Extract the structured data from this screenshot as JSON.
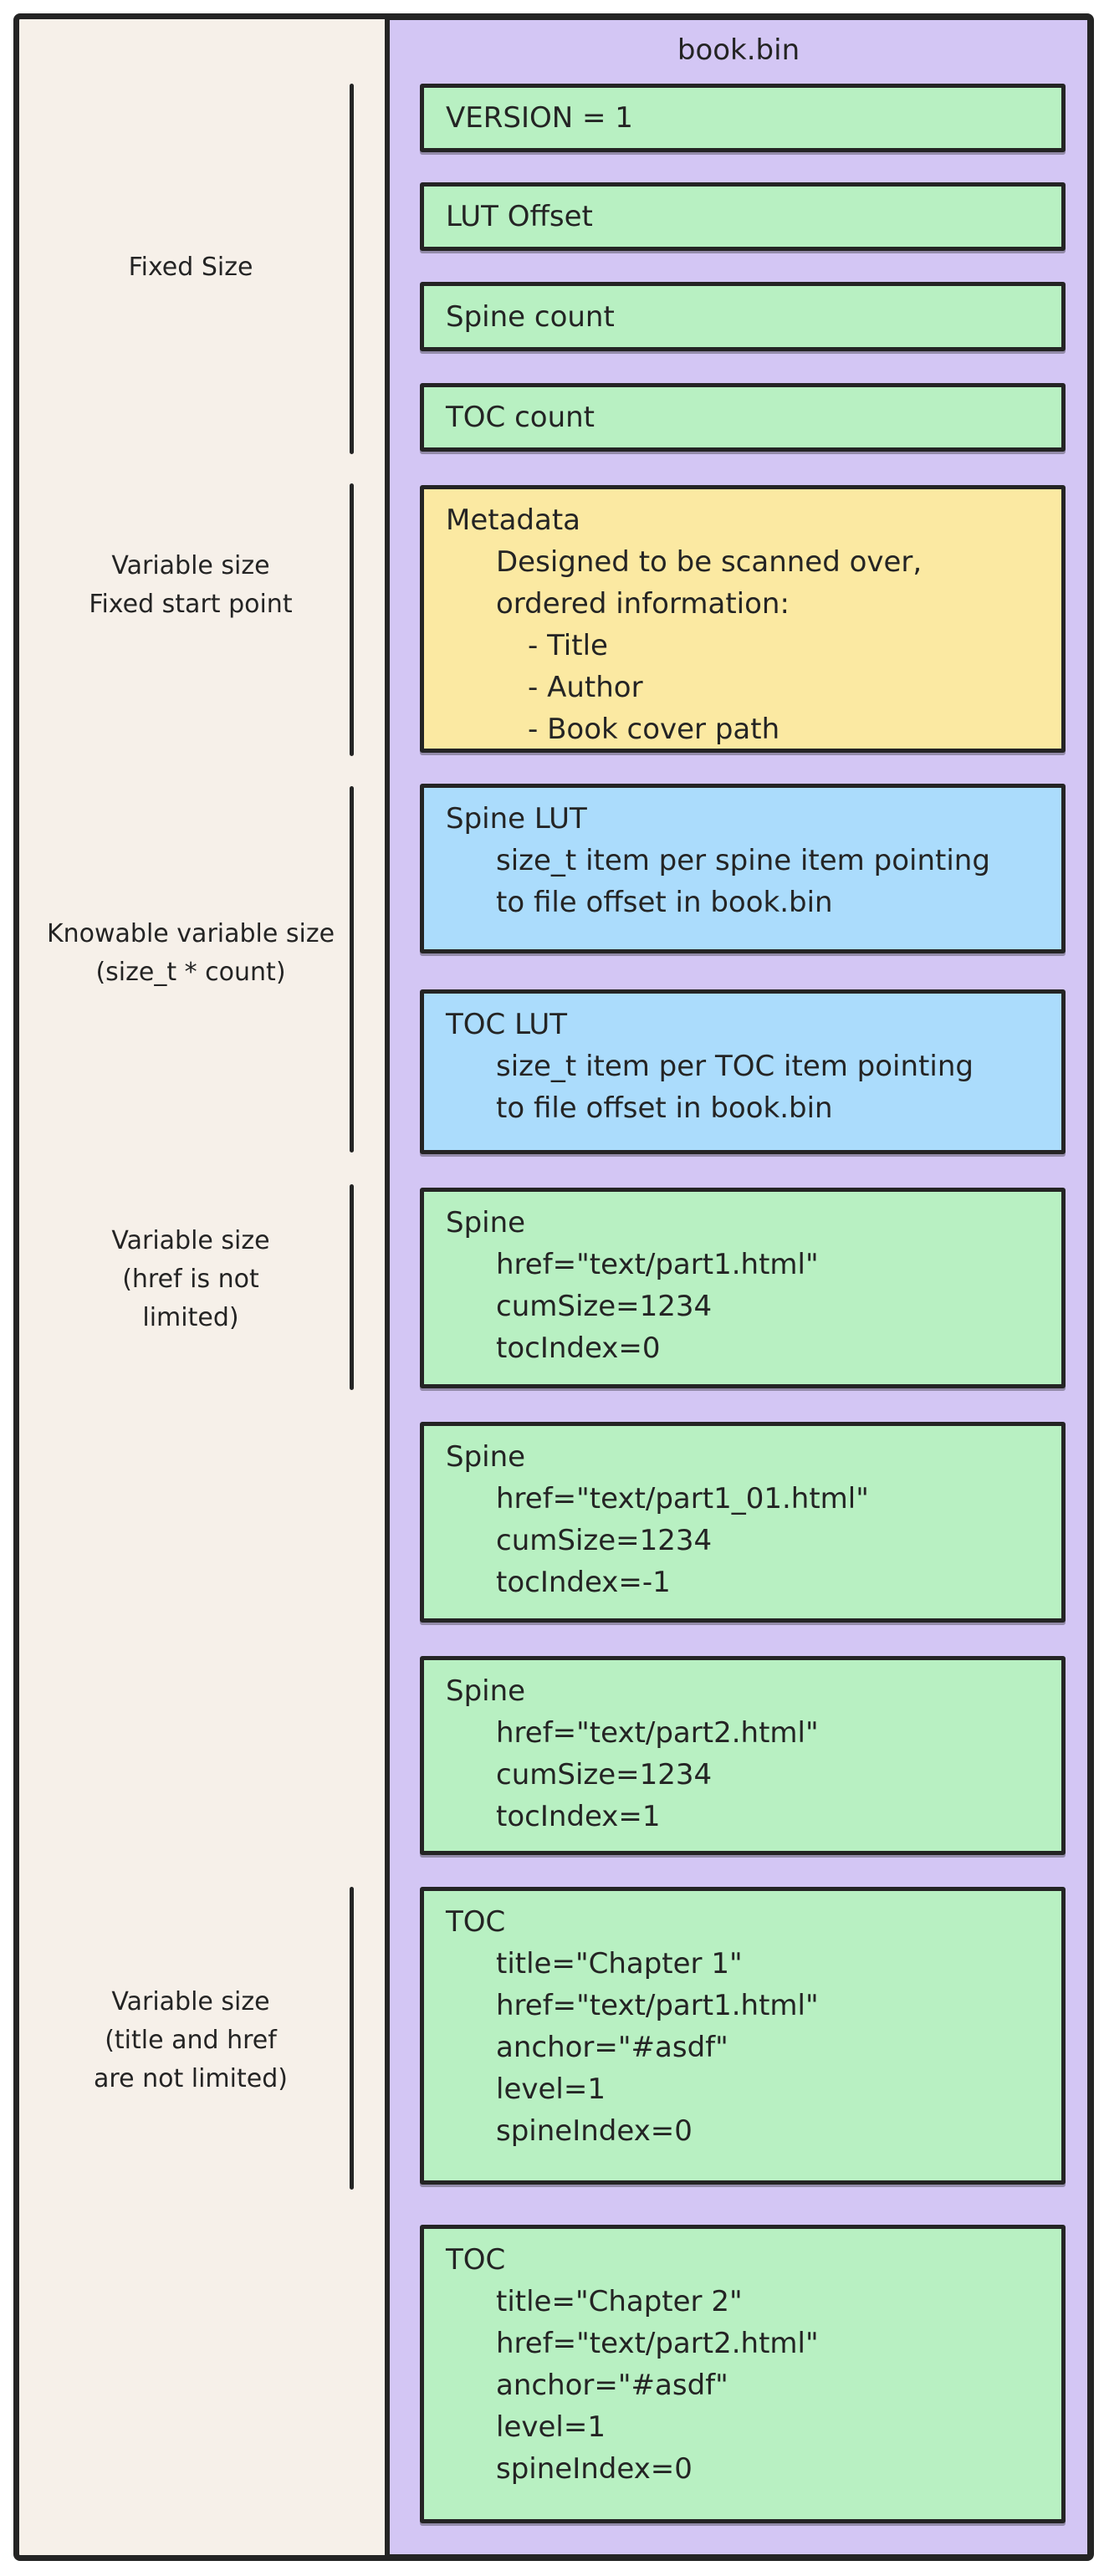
{
  "colors": {
    "stroke": "#242424",
    "paper": "#f6f0e9",
    "purple": "#d3c6f4",
    "green": "#b8f0c2",
    "blue": "#abdcfc",
    "yellow": "#fbe9a2"
  },
  "bin": {
    "title": "book.bin",
    "boxes": {
      "version": {
        "lines": [
          "VERSION = 1"
        ]
      },
      "lut_offset": {
        "lines": [
          "LUT Offset"
        ]
      },
      "spine_count": {
        "lines": [
          "Spine count"
        ]
      },
      "toc_count": {
        "lines": [
          "TOC count"
        ]
      },
      "metadata": {
        "lines": [
          "Metadata",
          "Designed to be scanned over,",
          "ordered information:",
          "- Title",
          "- Author",
          "- Book cover path"
        ]
      },
      "spine_lut": {
        "lines": [
          "Spine LUT",
          "size_t item per spine item pointing",
          "to file offset in book.bin"
        ]
      },
      "toc_lut": {
        "lines": [
          "TOC LUT",
          "size_t item per TOC item pointing",
          "to file offset in book.bin"
        ]
      },
      "spine1": {
        "lines": [
          "Spine",
          "href=\"text/part1.html\"",
          "cumSize=1234",
          "tocIndex=0"
        ]
      },
      "spine2": {
        "lines": [
          "Spine",
          "href=\"text/part1_01.html\"",
          "cumSize=1234",
          "tocIndex=-1"
        ]
      },
      "spine3": {
        "lines": [
          "Spine",
          "href=\"text/part2.html\"",
          "cumSize=1234",
          "tocIndex=1"
        ]
      },
      "toc1": {
        "lines": [
          "TOC",
          "title=\"Chapter 1\"",
          "href=\"text/part1.html\"",
          "anchor=\"#asdf\"",
          "level=1",
          "spineIndex=0"
        ]
      },
      "toc2": {
        "lines": [
          "TOC",
          "title=\"Chapter 2\"",
          "href=\"text/part2.html\"",
          "anchor=\"#asdf\"",
          "level=1",
          "spineIndex=0"
        ]
      }
    }
  },
  "side_labels": [
    {
      "lines": [
        "Fixed Size"
      ]
    },
    {
      "lines": [
        "Variable size",
        "Fixed start point"
      ]
    },
    {
      "lines": [
        "Knowable variable size",
        "(size_t * count)"
      ]
    },
    {
      "lines": [
        "Variable size",
        "(href is not",
        "limited)"
      ]
    },
    {
      "lines": [
        "Variable size",
        "(title and href",
        "are not limited)"
      ]
    }
  ]
}
